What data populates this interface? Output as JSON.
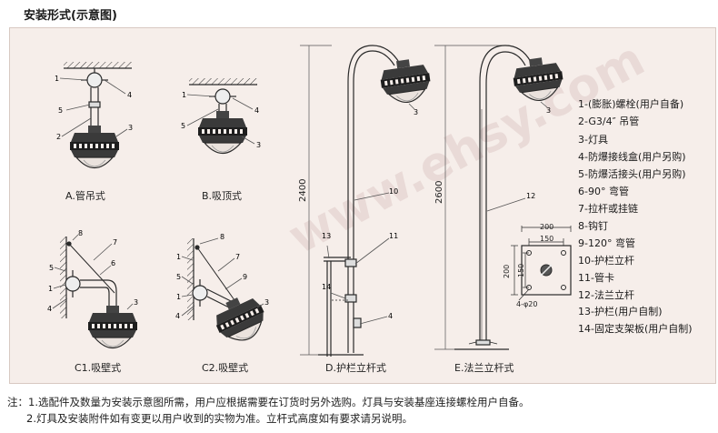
{
  "title": "安装形式(示意图)",
  "figures": {
    "a": "A.管吊式",
    "b": "B.吸顶式",
    "c1": "C1.吸壁式",
    "c2": "C2.吸壁式",
    "d": "D.护栏立杆式",
    "e": "E.法兰立杆式"
  },
  "dimensions": {
    "d_height": "2400",
    "e_height": "2600",
    "plate_width": "200",
    "plate_inner_width": "150",
    "plate_height": "200",
    "plate_inner_height": "150",
    "bolt_holes": "4-φ20"
  },
  "callouts": {
    "n1": "1",
    "n2": "2",
    "n3": "3",
    "n4": "4",
    "n5": "5",
    "n6": "6",
    "n7": "7",
    "n8": "8",
    "n9": "9",
    "n10": "10",
    "n11": "11",
    "n12": "12",
    "n13": "13",
    "n14": "14"
  },
  "legend": [
    "1-(膨胀)螺栓(用户自备)",
    "2-G3/4″ 吊管",
    "3-灯具",
    "4-防爆接线盒(用户另购)",
    "5-防爆活接头(用户另购)",
    "6-90° 弯管",
    "7-拉杆或挂链",
    "8-钩钉",
    "9-120° 弯管",
    "10-护栏立杆",
    "11-管卡",
    "12-法兰立杆",
    "13-护栏(用户自制)",
    "14-固定支架板(用户自制)"
  ],
  "watermark": "www.ehsy.com",
  "notes": [
    "注：1.选配件及数量为安装示意图所需，用户应根据需要在订货时另外选购。灯具与安装基座连接螺栓用户自备。",
    "2.灯具及安装附件如有变更以用户收到的实物为准。立杆式高度如有要求请另说明。"
  ],
  "colors": {
    "panel": "#f6eeea",
    "line": "#2a2a2a",
    "dim_line": "#555555",
    "watermark": "#d9c8c6"
  }
}
